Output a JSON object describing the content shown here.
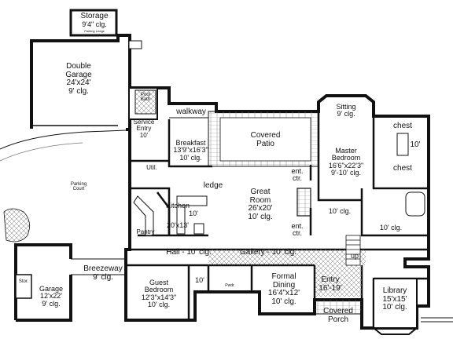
{
  "rooms": {
    "storage": {
      "name": "Storage",
      "size": "9'4\" clg."
    },
    "parking_ledge": {
      "name": "Parking Ledge"
    },
    "double_garage": {
      "name": "Double",
      "name2": "Garage",
      "size": "24'x24'",
      "clg": "9' clg."
    },
    "pool_bath": {
      "name": "Pool",
      "name2": "Bath"
    },
    "service_entry": {
      "name": "Service",
      "name2": "Entry",
      "clg": "10'"
    },
    "walkway": {
      "name": "walkway"
    },
    "breakfast": {
      "name": "Breakfast",
      "size": "13'9\"x16'3\"",
      "clg": "10' clg."
    },
    "covered_patio": {
      "name": "Covered",
      "name2": "Patio"
    },
    "sitting": {
      "name": "Sitting",
      "clg": "9' clg."
    },
    "master_bedroom": {
      "name": "Master",
      "name2": "Bedroom",
      "size": "16'6\"x22'3\"",
      "clg": "9'-10' clg."
    },
    "chest_top": {
      "name": "chest"
    },
    "chest_bottom": {
      "name": "chest"
    },
    "closet_clg": {
      "clg": "10'"
    },
    "parking_court": {
      "name": "Parking",
      "name2": "Court"
    },
    "utility": {
      "name": "Util."
    },
    "ledge": {
      "name": "ledge"
    },
    "ent_ctr_top": {
      "name": "ent.",
      "name2": "ctr."
    },
    "great_room": {
      "name": "Great",
      "name2": "Room",
      "size": "26'x20'",
      "clg": "10' clg."
    },
    "kitchen": {
      "name": "Kitchen",
      "clg": "10'",
      "size": "20'x13'"
    },
    "ent_ctr_bottom": {
      "name": "ent.",
      "name2": "ctr."
    },
    "master_bath_clg": {
      "clg": "10' clg."
    },
    "walk_in_clg": {
      "clg": "10' clg."
    },
    "pantry": {
      "name": "Pantry"
    },
    "hall": {
      "name": "Hall - 10' clg."
    },
    "gallery": {
      "name": "Gallery - 10' clg."
    },
    "up": {
      "name": "up"
    },
    "breezeway": {
      "name": "Breezeway",
      "clg": "9' clg."
    },
    "stor": {
      "name": "Stor."
    },
    "garage": {
      "name": "Garage",
      "size": "12'x22'",
      "clg": "9' clg."
    },
    "guest_bedroom": {
      "name": "Guest",
      "name2": "Bedroom",
      "size": "12'3\"x14'3\"",
      "clg": "10' clg."
    },
    "guest_bath_clg": {
      "clg": "10'"
    },
    "formal_dining": {
      "name": "Formal",
      "name2": "Dining",
      "size": "16'4\"x12'",
      "clg": "10' clg."
    },
    "entry": {
      "name": "Entry",
      "size": "16'-19'"
    },
    "library": {
      "name": "Library",
      "size": "15'x15'",
      "clg": "10' clg."
    },
    "covered_porch": {
      "name": "Covered",
      "name2": "Porch"
    },
    "powder": {
      "name": "Pwdr"
    }
  }
}
